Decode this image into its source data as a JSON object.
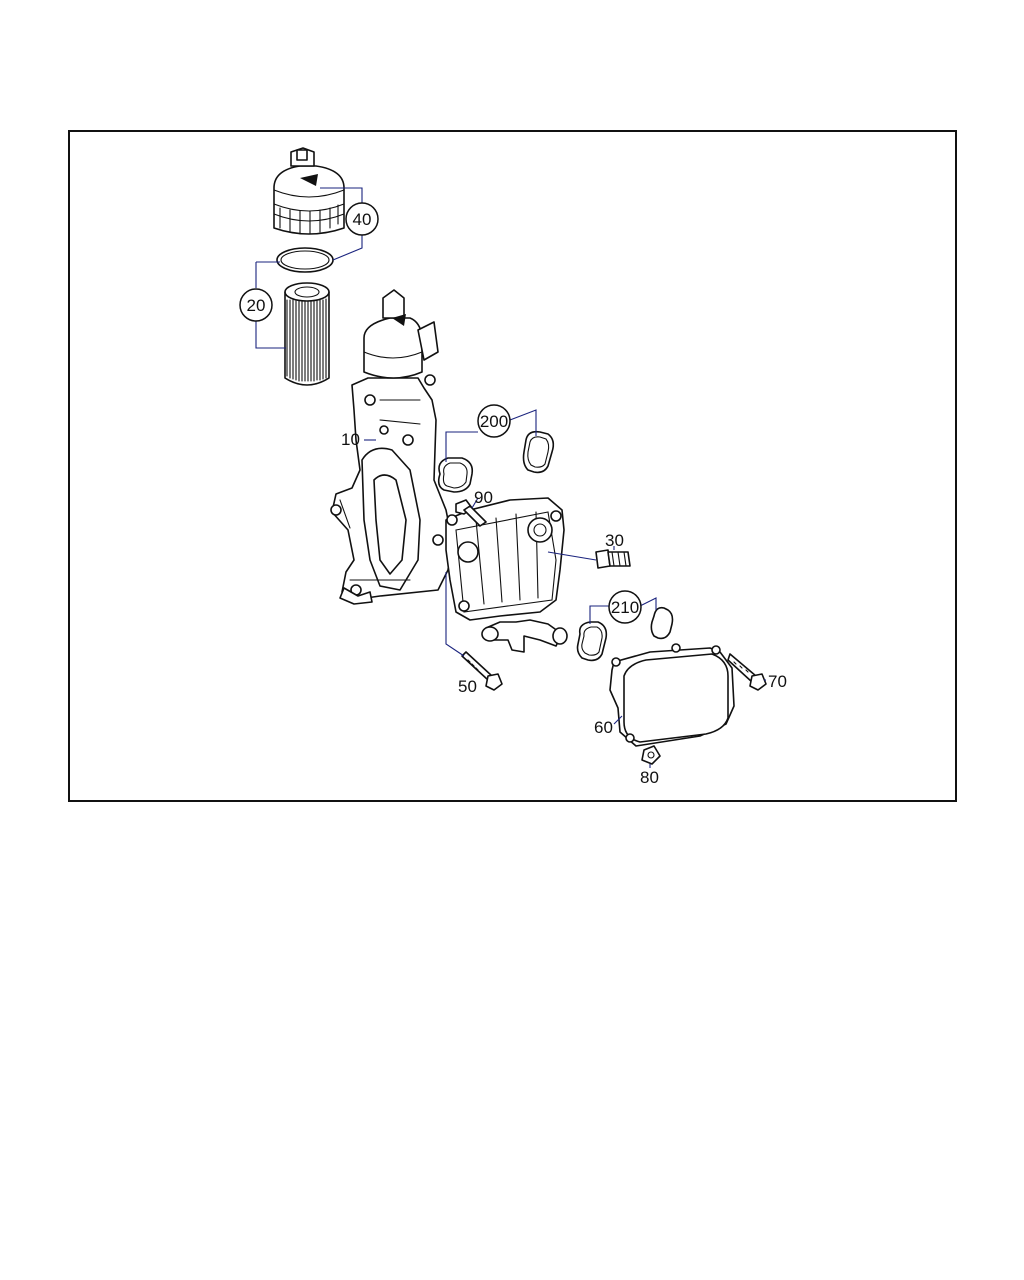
{
  "diagram": {
    "callouts": {
      "p10": "10",
      "p20": "20",
      "p30": "30",
      "p40": "40",
      "p50": "50",
      "p60": "60",
      "p70": "70",
      "p80": "80",
      "p90": "90",
      "p200": "200",
      "p210": "210"
    }
  },
  "colors": {
    "line": "#111111",
    "leader": "#1a237e",
    "background": "#ffffff"
  }
}
